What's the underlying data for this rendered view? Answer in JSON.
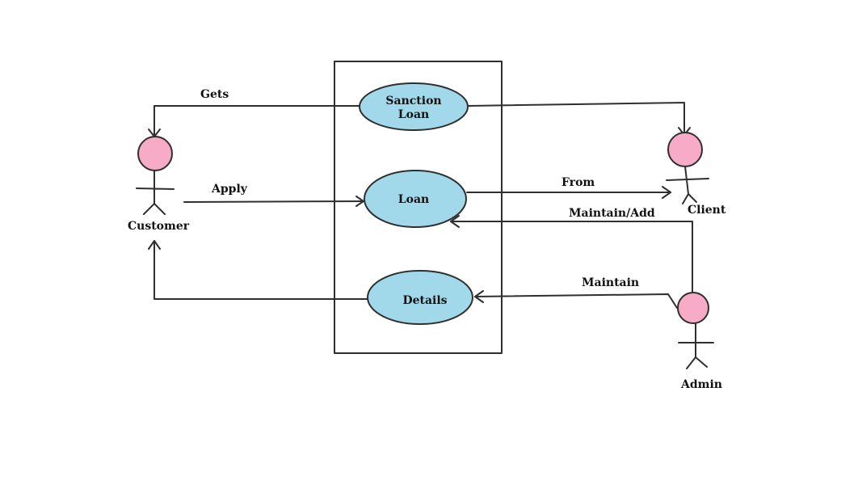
{
  "diagram": {
    "use_cases": {
      "sanction_loan_line1": "Sanction",
      "sanction_loan_line2": "Loan",
      "loan": "Loan",
      "details": "Details"
    },
    "actors": {
      "customer": "Customer",
      "client": "Client",
      "admin": "Admin"
    },
    "edges": {
      "gets": "Gets",
      "apply": "Apply",
      "from": "From",
      "maintain_add": "Maintain/Add",
      "maintain": "Maintain"
    },
    "colors": {
      "use_case_fill": "#a2d9ea",
      "actor_head_fill": "#f7abc6",
      "stroke": "#2f2f2f"
    }
  }
}
